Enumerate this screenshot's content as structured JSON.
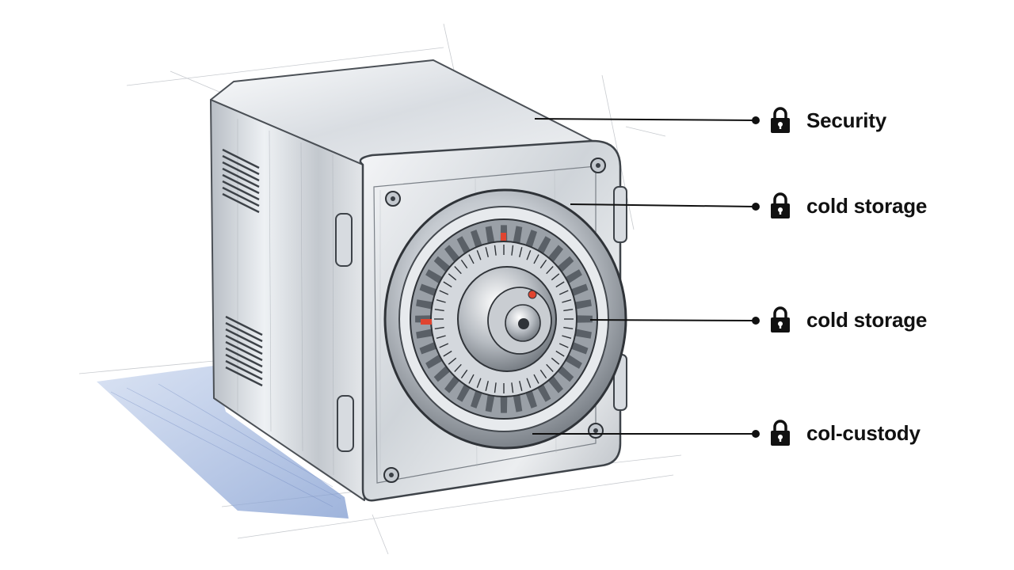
{
  "labels": [
    {
      "text": "Security",
      "icon": "lock-icon"
    },
    {
      "text": "cold storage",
      "icon": "lock-icon"
    },
    {
      "text": "cold storage",
      "icon": "lock-icon"
    },
    {
      "text": "col-custody",
      "icon": "lock-icon"
    }
  ],
  "colors": {
    "ink": "#111111",
    "steel_light": "#f2f4f6",
    "steel_mid": "#c9ced4",
    "steel_dark": "#8a9098",
    "shadow_blue": "#9fb4dc",
    "dial_accent": "#e0442f"
  }
}
